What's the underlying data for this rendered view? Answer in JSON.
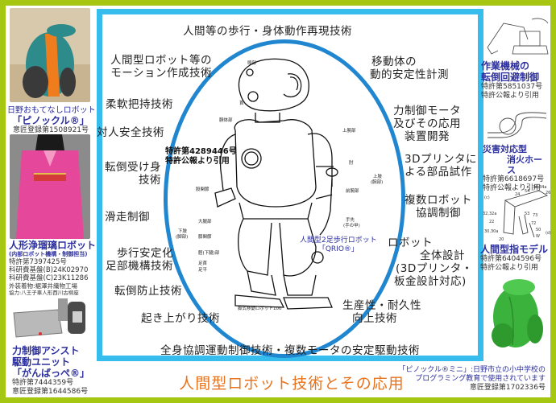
{
  "title": "人間型ロボット技術とその応用",
  "colors": {
    "outer_border": "#a6c712",
    "frame_border": "#36bdee",
    "ellipse_border": "#1f86cf",
    "title_orange": "#e8731c",
    "caption_blue": "#2c2f9e"
  },
  "technologies": {
    "top": "人間等の歩行・身体動作再現技術",
    "motion_line1": "人間型ロボット等の",
    "motion_line2": "モーション作成技術",
    "flexible_grip": "柔軟把持技術",
    "human_safety": "対人安全技術",
    "fall_landing_line1": "転倒受け身",
    "fall_landing_line2": "技術",
    "sliding": "滑走制御",
    "gait_line1": "歩行安定化",
    "gait_line2": "足部機構技術",
    "fall_prevent": "転倒防止技術",
    "standup": "起き上がり技術",
    "mobile_line1": "移動体の",
    "mobile_line2": "動的安定性計測",
    "force_line1": "力制御モータ",
    "force_line2": "及びその応用",
    "force_line3": "装置開発",
    "printer_line1": "3Dプリンタに",
    "printer_line2": "よる部品試作",
    "multi_line1": "複数ロボット",
    "multi_line2": "協調制御",
    "design_line1": "ロボット",
    "design_line2": "全体設計",
    "design_line3": "(3Dプリンタ・",
    "design_line4": "板金設計対応)",
    "production_line1": "生産性・耐久性",
    "production_line2": "向上技術",
    "bottom": "全身協調運動制御技術・複数モータの安定駆動技術"
  },
  "center": {
    "patent_line1": "特許第4289446号",
    "patent_line2": "特許公報より引用",
    "robot_line1": "人間型2足歩行ロボット",
    "robot_line2": "「QRIO®」",
    "parts": {
      "head": "頭部",
      "neck": "首",
      "torso": "胴体部",
      "upper_arm": "上腕部",
      "elbow": "肘",
      "forearm": "前腕部",
      "hand": "手先",
      "hand_sub": "(手の甲)",
      "upper_limb": "上肢",
      "upper_limb_sub": "(腕部)",
      "hip": "股関節",
      "lower_limb": "下肢",
      "lower_limb_sub": "(脚部)",
      "thigh": "大腿部",
      "knee": "膝関節",
      "shin": "脛(下腿)部",
      "ankle": "足首",
      "sole": "足平",
      "robot_caption": "脚式移動ロボット100"
    }
  },
  "left_panel": [
    {
      "name": "日野おもてなしロボット",
      "product": "「ピノックル®」",
      "lines": [
        "意匠登録第1508921号"
      ]
    },
    {
      "name": "人形浄瑠璃ロボット",
      "sub": "(内部ロボット機構・制御担当)",
      "lines": [
        "特許第7397425号",
        "科研費基盤(B)24K02970",
        "科研費基盤(C)23K11286",
        "外装着物:裾澤井織物工場",
        "協力:八王子車人形西川古柳座"
      ]
    },
    {
      "name_line1": "力制御アシスト",
      "name_line2": "駆動ユニット",
      "product": "「がんばっぺ®」",
      "lines": [
        "特許第7444359号",
        "意匠登録第1644586号"
      ]
    }
  ],
  "right_panel": [
    {
      "name_line1": "作業機械の",
      "name_line2": "転倒回避制御",
      "lines": [
        "特許第5851037号",
        "特許公報より引用"
      ]
    },
    {
      "name_line1": "災害対応型",
      "name_line2": "消火ホース",
      "lines": [
        "特許第6618697号",
        "特許公報より引用"
      ]
    },
    {
      "name": "人間型指モデル",
      "lines": [
        "特許第6404596号",
        "特許公報より引用"
      ],
      "figure_labels": [
        "(c)",
        "24",
        "54",
        "34,34a",
        "26",
        "32,32a",
        "22",
        "53",
        "73",
        "72",
        "30,30a",
        "50",
        "20",
        "W",
        "(d)"
      ]
    },
    {
      "caption_line1": "「ピノックル®ミニ」:日野市立の小中学校の",
      "caption_line2": "プログラミング教育で使用されています",
      "caption_line3": "意匠登録第1702336号"
    }
  ]
}
